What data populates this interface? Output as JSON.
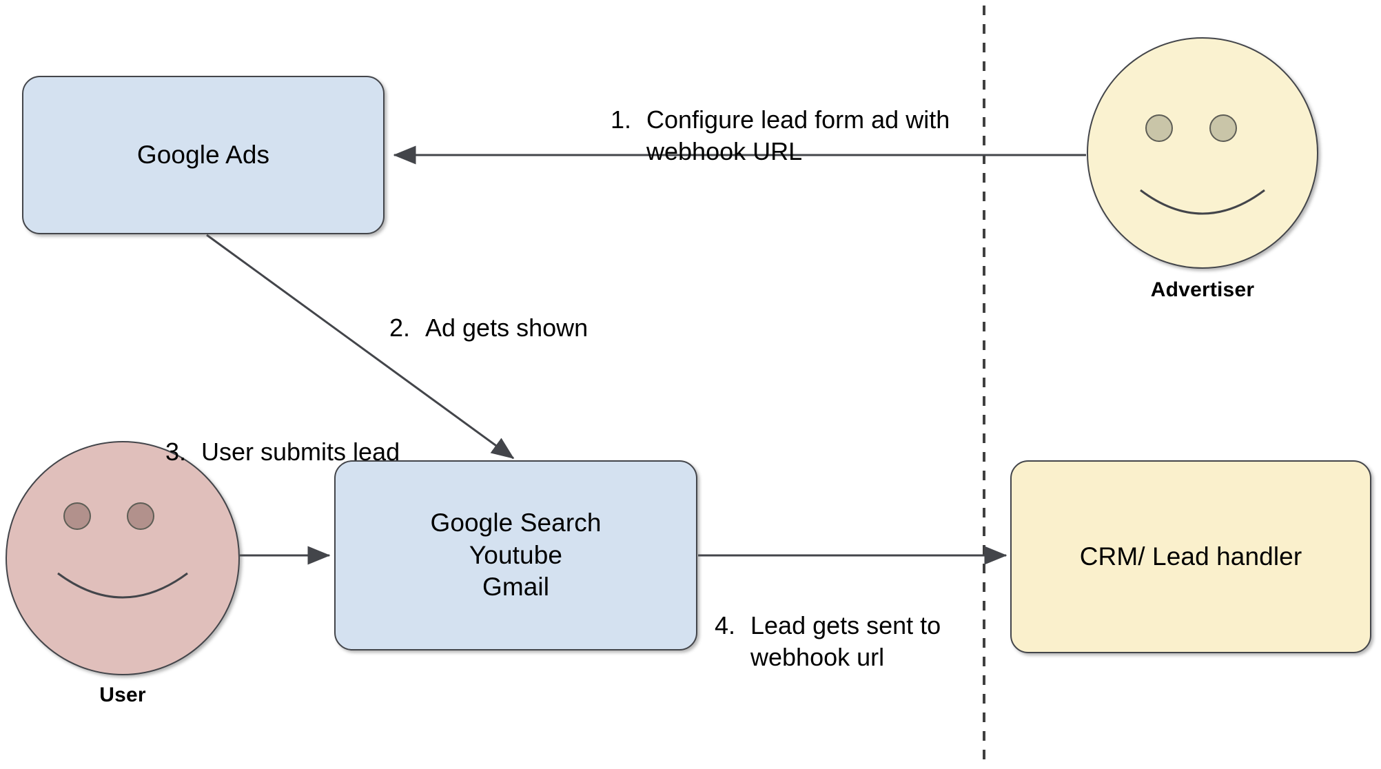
{
  "diagram": {
    "title": "Google Ads lead form webhook flow",
    "background": "#ffffff",
    "boundary": {
      "name": "google-advertiser-boundary",
      "style": "dashed-vertical-line",
      "color": "#404040"
    }
  },
  "nodes": {
    "google_ads": {
      "label": "Google Ads",
      "shape": "rounded-rectangle",
      "fill": "#d4e1f0",
      "stroke": "#43454a"
    },
    "google_surfaces": {
      "label": "Google Search\nYoutube\nGmail",
      "lines": [
        "Google Search",
        "Youtube",
        "Gmail"
      ],
      "shape": "rounded-rectangle",
      "fill": "#d4e1f0",
      "stroke": "#43454a"
    },
    "crm": {
      "label": "CRM/ Lead handler",
      "shape": "rounded-rectangle",
      "fill": "#faf0cc",
      "stroke": "#43454a"
    }
  },
  "actors": {
    "advertiser": {
      "caption": "Advertiser",
      "shape": "smiley-circle",
      "fill": "#faf2d0",
      "eye_fill": "#c9c5a8",
      "stroke": "#43454a"
    },
    "user": {
      "caption": "User",
      "shape": "smiley-circle",
      "fill": "#e0bfbb",
      "eye_fill": "#b2918c",
      "stroke": "#43454a"
    }
  },
  "steps": [
    {
      "number": "1.",
      "text": "Configure lead form ad with\nwebhook URL",
      "from": "advertiser",
      "to": "google_ads",
      "arrow": "left"
    },
    {
      "number": "2.",
      "text": "Ad gets shown",
      "from": "google_ads",
      "to": "google_surfaces",
      "arrow": "diagonal-down-right"
    },
    {
      "number": "3.",
      "text": "User submits lead",
      "from": "user",
      "to": "google_surfaces",
      "arrow": "right"
    },
    {
      "number": "4.",
      "text": "Lead gets sent to\nwebhook url",
      "from": "google_surfaces",
      "to": "crm",
      "arrow": "right"
    }
  ]
}
